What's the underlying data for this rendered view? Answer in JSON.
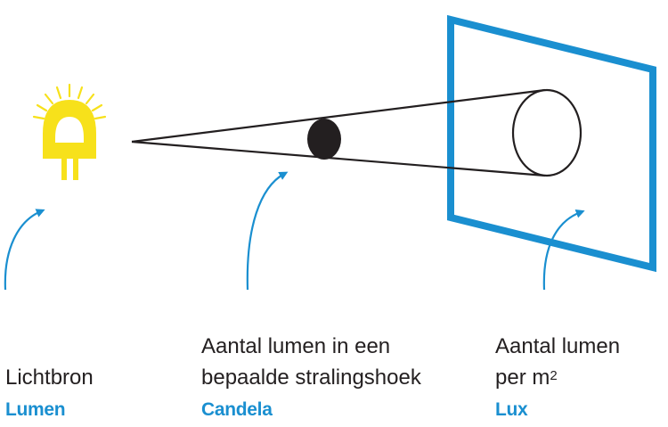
{
  "source": {
    "label": "Lichtbron",
    "unit": "Lumen",
    "icon": "light-bulb-icon"
  },
  "angle": {
    "label_line1": "Aantal lumen in een",
    "label_line2": "bepaalde stralingshoek",
    "unit": "Candela"
  },
  "surface": {
    "label_line1": "Aantal lumen",
    "label_line2_text": "per m",
    "label_line2_sup": "2",
    "unit": "Lux"
  },
  "colors": {
    "bulb": "#f7e11b",
    "rays": "#f7e11b",
    "frame": "#1a8fd0",
    "arrow": "#1a8fd0",
    "line": "#231f20",
    "unit_text": "#1a8fd0"
  }
}
